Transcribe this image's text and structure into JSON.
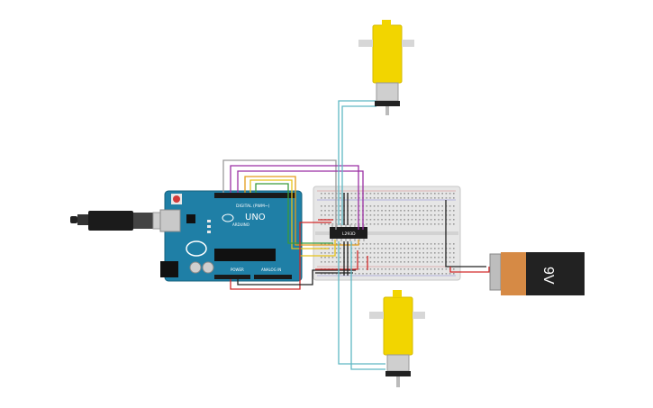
{
  "arduino": {
    "brand": "ARDUINO",
    "model": "UNO",
    "digital_header_label": "DIGITAL (PWM~)",
    "power_header_label": "POWER",
    "analog_header_label": "ANALOG IN",
    "board_color": "#1f7fa6"
  },
  "motor_driver": {
    "chip_label": "L293D"
  },
  "battery": {
    "voltage_label": "9V",
    "body_color": "#222222",
    "band_color": "#d68a45"
  },
  "motors": {
    "body_color": "#f2d500"
  },
  "wires": {
    "gray": "#9a9a9a",
    "purple": "#9b2fa3",
    "orange": "#e39b1a",
    "yellow": "#e6c21a",
    "green": "#3a9a3a",
    "red": "#d22a2a",
    "black": "#222222",
    "teal": "#5fb8c4"
  }
}
